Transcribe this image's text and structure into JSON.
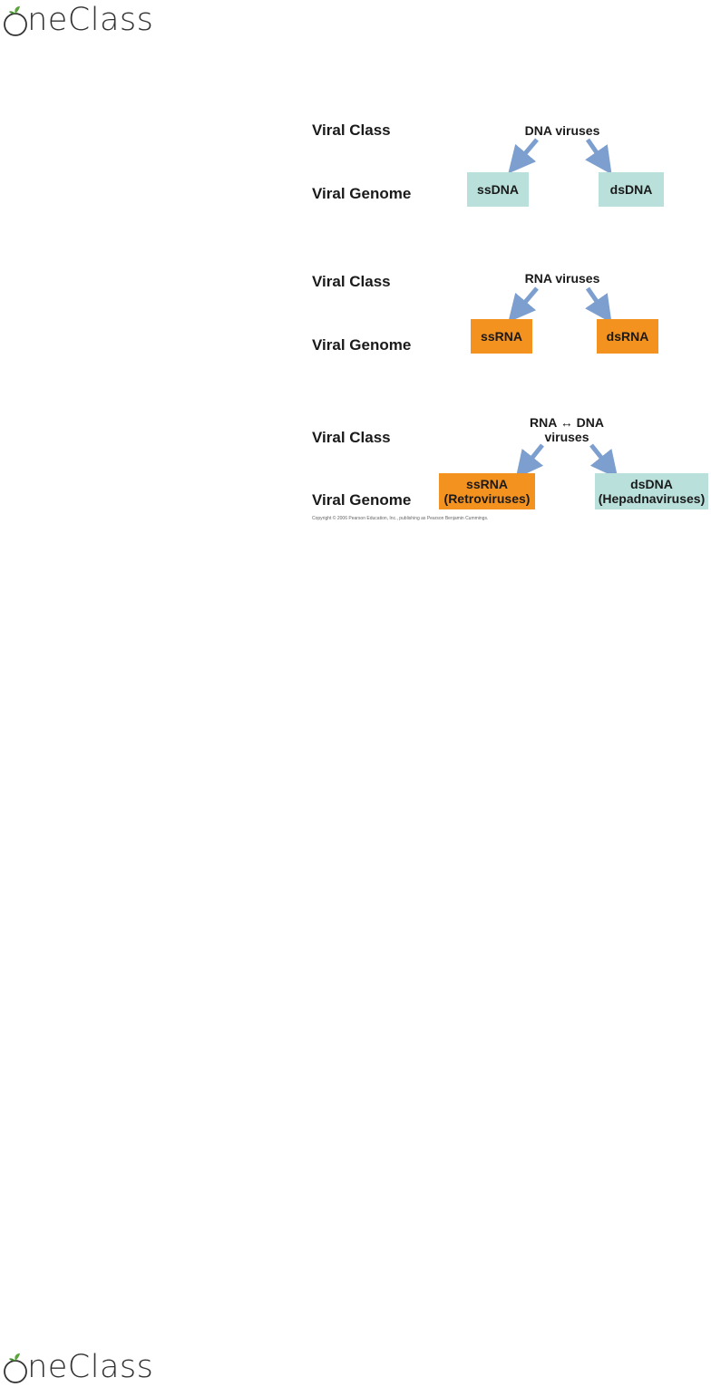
{
  "header": {
    "logo_text": "OneClass"
  },
  "footer": {
    "logo_text": "OneClass"
  },
  "figure": {
    "rows": [
      {
        "class_label": "Viral Class",
        "genome_label": "Viral Genome",
        "class_title": "DNA viruses",
        "left_box": {
          "text": "ssDNA",
          "color": "#b9e0db"
        },
        "right_box": {
          "text": "dsDNA",
          "color": "#b9e0db"
        }
      },
      {
        "class_label": "Viral Class",
        "genome_label": "Viral Genome",
        "class_title": "RNA viruses",
        "left_box": {
          "text": "ssRNA",
          "color": "#f4921f"
        },
        "right_box": {
          "text": "dsRNA",
          "color": "#f4921f"
        }
      },
      {
        "class_label": "Viral Class",
        "genome_label": "Viral Genome",
        "class_title_line1": "RNA ↔ DNA",
        "class_title_line2": "viruses",
        "left_box": {
          "text": "ssRNA",
          "subtext": "(Retroviruses)",
          "color": "#f4921f"
        },
        "right_box": {
          "text": "dsDNA",
          "subtext": "(Hepadnaviruses)",
          "color": "#b9e0db"
        }
      }
    ],
    "copyright": "Copyright © 2006 Pearson Education, Inc., publishing as Pearson Benjamin Cummings.",
    "arrow_color": "#7c9fcf"
  }
}
